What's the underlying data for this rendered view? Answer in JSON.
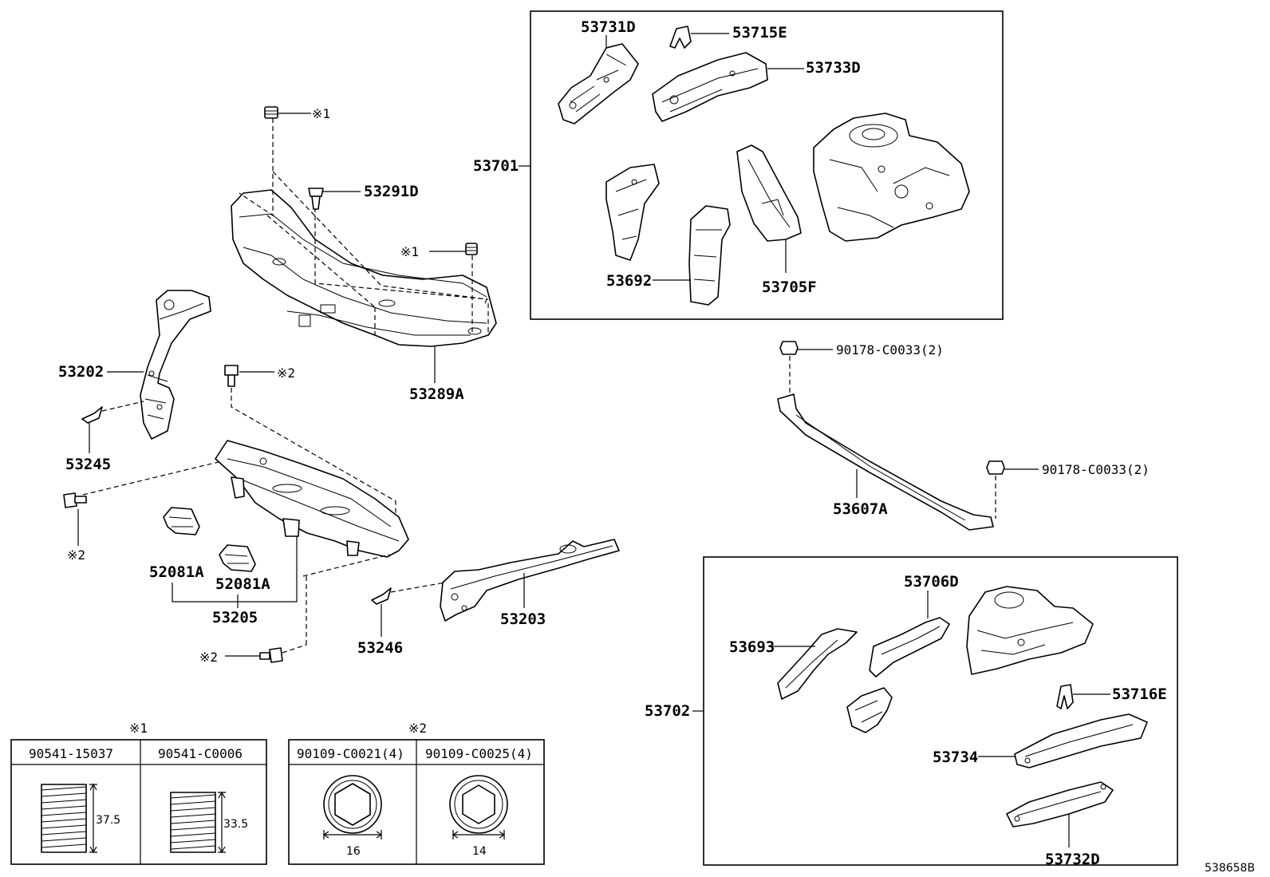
{
  "diagram_code": "538658B",
  "callouts": {
    "p53731D": "53731D",
    "p53715E": "53715E",
    "p53733D": "53733D",
    "p53701": "53701",
    "p53692": "53692",
    "p53705F": "53705F",
    "p53291D": "53291D",
    "p53289A": "53289A",
    "p53202": "53202",
    "p53245": "53245",
    "p52081A_1": "52081A",
    "p52081A_2": "52081A",
    "p53205": "53205",
    "p53246": "53246",
    "p53203": "53203",
    "p90178_1": "90178-C0033(2)",
    "p90178_2": "90178-C0033(2)",
    "p53607A": "53607A",
    "p53706D": "53706D",
    "p53693": "53693",
    "p53702": "53702",
    "p53716E": "53716E",
    "p53734": "53734",
    "p53732D": "53732D"
  },
  "marks": {
    "note1": "※1",
    "note2": "※2"
  },
  "table1": {
    "mark": "※1",
    "columns": [
      "90541-15037",
      "90541-C0006"
    ],
    "dims": [
      "37.5",
      "33.5"
    ]
  },
  "table2": {
    "mark": "※2",
    "columns": [
      "90109-C0021(4)",
      "90109-C0025(4)"
    ],
    "dims": [
      "16",
      "14"
    ]
  }
}
